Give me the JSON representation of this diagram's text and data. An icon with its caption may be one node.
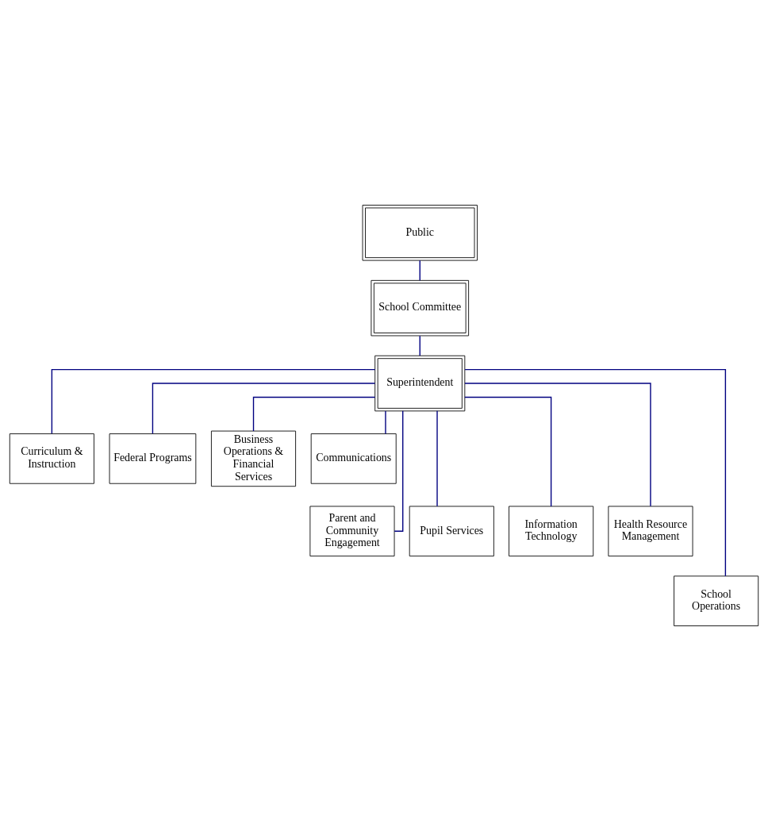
{
  "diagram": {
    "nodes": [
      {
        "text": [
          "Public"
        ]
      },
      {
        "text": [
          "School Committee"
        ]
      },
      {
        "text": [
          "Superintendent"
        ]
      },
      {
        "text": [
          "Curriculum & Instruction"
        ]
      },
      {
        "text": [
          "Federal Programs"
        ]
      },
      {
        "text": [
          "Business Operations & Financial Services"
        ]
      },
      {
        "text": [
          "Communications"
        ]
      },
      {
        "text": [
          "Parent and Community Engagement"
        ]
      },
      {
        "text": [
          "Pupil Services"
        ]
      },
      {
        "text": [
          "Information Technology"
        ]
      },
      {
        "text": [
          "Health Resource Management"
        ]
      },
      {
        "text": [
          "School Operations"
        ]
      }
    ],
    "edges": [
      {
        "from": 0,
        "to": 1,
        "arrow": "none"
      },
      {
        "from": 1,
        "to": 2,
        "arrow": "none"
      },
      {
        "from": 2,
        "to": 3,
        "arrow": "none"
      },
      {
        "from": 2,
        "to": 4,
        "arrow": "none"
      },
      {
        "from": 2,
        "to": 5,
        "arrow": "none"
      },
      {
        "from": 2,
        "to": 6,
        "arrow": "none"
      },
      {
        "from": 2,
        "to": 7,
        "arrow": "none"
      },
      {
        "from": 2,
        "to": 8,
        "arrow": "none"
      },
      {
        "from": 2,
        "to": 9,
        "arrow": "none"
      },
      {
        "from": 2,
        "to": 10,
        "arrow": "none"
      },
      {
        "from": 2,
        "to": 11,
        "arrow": "none"
      }
    ]
  }
}
